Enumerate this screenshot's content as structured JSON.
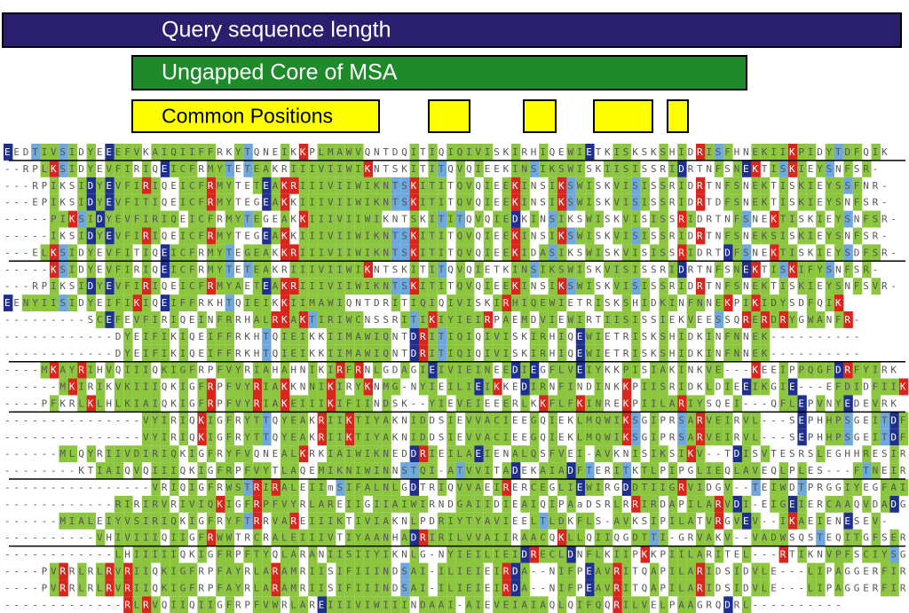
{
  "bars": {
    "query": "Query sequence length",
    "core": "Ungapped Core of MSA",
    "common": "Common Positions"
  },
  "colors": {
    "query_bar": "#2a1f6e",
    "core_bar": "#1e8a2a",
    "common_box": "#ffff00",
    "green": "#8cc63f",
    "blue": "#6fa8dc",
    "navy": "#1f2f8f",
    "red": "#d9251c"
  },
  "alignment": [
    "EEDTIVSIDYEEEFVKAIQIIFFRKYTQNEIKKPLMAWVQNTDQITIQIQIVISKIRHIQEWIETKISKSKSHIDRISFHNEKIIKPIDYTDFQIK",
    "--RPLKSIDYEVFIRIQEICFRMYTETEAKRIIIVIIWIKNTSKITITQVQIEEKINSIKSWISKIISISSRIDRTNFSNEKTISKIEYSNFSR-",
    "---RPIKSIDYEVFIRIQEICFRMYTETEAKRIIIVIIWIKNTSKITITQVQIEEKINSIKSWISKVISISSRIDRTNFSNEKTISKIEYSSFNR-",
    "---EPIKSIDYEVFITIQEICFRMYTEGEAKKIIIVIIWIKNTSKITITQVQIEEKINSIKSWISKVISISSRIDRTDFSNEKTISKIEYSNFSR-",
    "-----PIKSIDYEVFIRIQEICFRMYTEGEAKKIIIVIIWIKNTSKITITQVQIEDKINSIKSWISKVISISSRIDRTNFSNEKTISKIEYSNFSR-",
    "-----IKSIDYEVFIRIQEICFRMYTEGEAKKIIIVIIWIKNTSKITITQVQIEEKINSIKSWISKVISISSRIDRTNFSNEKSISKIEYSNFSR-",
    "---ELKSIDYEVFITIQEICFRMYTEGEAKKRIIIVIIWIKNTSKITITQVQIEEKIDASIKSWISKVISISSRIDRTDFSNEKTISKIEYSDFSR-",
    "-----KSIDYEVFIRIQEICFRMYTETEAKRIIIVIIWIKNTSKITITQVQIETKINSIKSWISKVISISSRIDRTNFSNEKTISKIFYSNFSR-",
    "---RPIKSIDYEVFIRIQEICFRMYAETEAKRIIIVIIWIKNTSKITITQVQIEEKINSIKSWISKVISISSRIDRTNFSNEKTISKIEYSNFSVR-",
    "EENYIISIDYEIFIKIQEIFFRKHTQIEIKKIIMAWIQNTDRITIQIQIVISKIRHIQEWIETRISKSHIDKINFNNEKPIKIDYSDFQIK",
    "---------SCEFEVFIRIQEINFRRHALRKAKTIRIWCNSSRITIKIYIEIRPAEMDVIEWIRTIISISSIEKVEESSQRERDRYGWANFR-",
    "------------DYEIFIKIQEIFFRKHTQIEIKKIIMAWIQNTDRITIQIQIVISKIRHIQEWIETRISKSHIDKINFNNEK----------",
    "------------DYEIFIKIQEIFFRKHTQIEIKKIIMAWIQNTDRITIQIQIVISKIRHIQEWIETRISKSHIDKINFNNEK----------",
    "----MKAYRIHVQIIIQKIGFRPFVYRIAHAHNIKIRFRNLGDAGIEIVIEINEEDIEGFLVEIYKKPISIAKINKVE---KEEIPPQGFDRFYIRK",
    "------MKIRIKVKIIIQKIGFRPFVYRIAKKNNIKIRYKNMG-NYIEILIEIKKEDIRNFINDINKKPIISRIDKLDIEEIKGIE---EFDIDFIIK",
    "----PFKRLKLHLKIAIQKIGFRPFVYRIAKEIIIKIFIINDSK--YIEVEIEEERLKKFLFKINREKPIILARIYSQEI---QFLEPVNYEDEVRK",
    "---------------VYIRIQKIGFRYTTQYEAKRIIKTIYAKNIDDSIEVVACIEEGQIEKLMQWIKSGIPRSARVEIRVL---SEPHHPSGEITDFRIR-",
    "---------------VYIRIQKIGFRYTTQYEAKRIIKTIYAKNIDDSIEVVACIEEGQIEKLMQWIKSGIPRSARVEIRVL---SEPHHPSGEITDFRIR-",
    "------MLQYRIIVDIRIQKIGFRYFVQNEALKRKIAIWIKNEDDRIEILAEIENALQSFVEI-AVKNISIKSIKV--TDISVTESRSLEGHHRESIR-",
    "--------KTIAIQVQIIIQKIGFRPFVYTLAQEMIKNIWINNSTQI-ATVVITADEKAIADFTERITKTLPIPGLIEQLAVEQLPLES---FTNEIR-",
    "----------------VRIQIGFRWSTRIRALEIImSIFALNLGDTRIQVVAEIRERCEGLIEWIRGDDTIIGRVIDGV--TEIWDTPRGGIYEGFAIR-",
    "------------RIRIRVRIVIQKIGFRPFVYRLAREIIGIIAIWIRNDGAIIDIEAIQIPAaDSRLRRIRDAPILARVDI-EIGEIERCAAQVDADGFAIR-",
    "------MIALEIYVSIRIQKIGFRYFTRRVAREIIIKTIVIAKNLPDRIYTYAVIEELTLDKFLS-AVKSIPILATVRGVEV--IKAEIENESEV-",
    "----------VHIVIIIQIIGFRWWTRCRALEIIIVTIYAANHADRIRILVVAIIRAACQKLLQIIQGDTTI-GRVAKV--VADWSQSTEQITGFSER-",
    "------------LHIIIIIQKIGFRPFTYQLARANIISIIYIKNLG-NYIEILIEIDRECLDNFLKIIPKKPIILARITEL---RTIKNVPFSCIYSGFIIR-",
    "----PVRRLRLRVRIIQKIGFRPFAYRLARAMRIISIFIIINDSAI-ILIEIEIRDA--NIFPEAVRITQAPILARIDSIDVLE---LIPAGGERFIR-",
    "----PVRRLRLRVRIIQKIGFRPFAYRLARAMRIISIFIIINDSAI-ILIEIEIRDA--NIFPEAVRITQAPILARIDSIDVLE---LIPAGGERFIR-",
    "-------------RLRVQIIQIIGFRPFVWRLAREIIIVIWIIINDAAI-AIEVEIAIAQLQIFQQRILVELPAAGRQDRL----------"
  ],
  "group_separators": [
    1,
    7,
    13,
    16,
    20,
    24
  ]
}
